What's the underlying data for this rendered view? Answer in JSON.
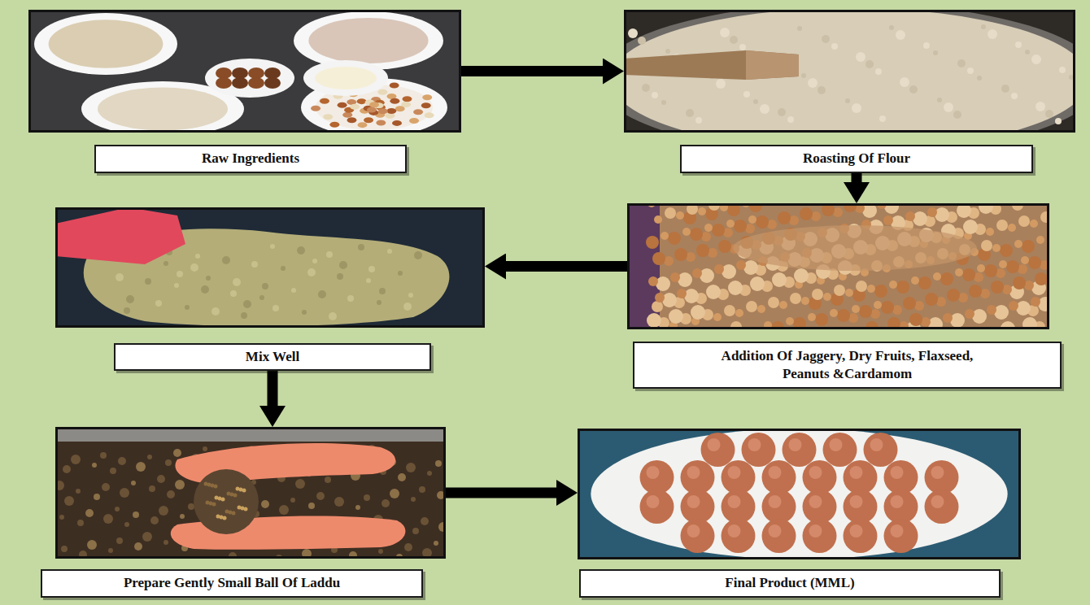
{
  "diagram": {
    "nodes": [
      {
        "text": [
          "Raw Ingredients"
        ]
      },
      {
        "text": [
          "Roasting Of Flour"
        ]
      },
      {
        "text": [
          "Addition Of Jaggery, Dry Fruits, Flaxseed, Peanuts &Cardamom"
        ]
      },
      {
        "text": [
          "Mix Well"
        ]
      },
      {
        "text": [
          "Prepare Gently Small Ball Of Laddu"
        ]
      },
      {
        "text": [
          "Final Product (MML)"
        ]
      }
    ],
    "edges": [
      {
        "from": 0,
        "to": 1,
        "arrow": "to"
      },
      {
        "from": 1,
        "to": 2,
        "arrow": "to"
      },
      {
        "from": 2,
        "to": 3,
        "arrow": "to"
      },
      {
        "from": 3,
        "to": 4,
        "arrow": "to"
      },
      {
        "from": 4,
        "to": 5,
        "arrow": "to"
      }
    ]
  }
}
